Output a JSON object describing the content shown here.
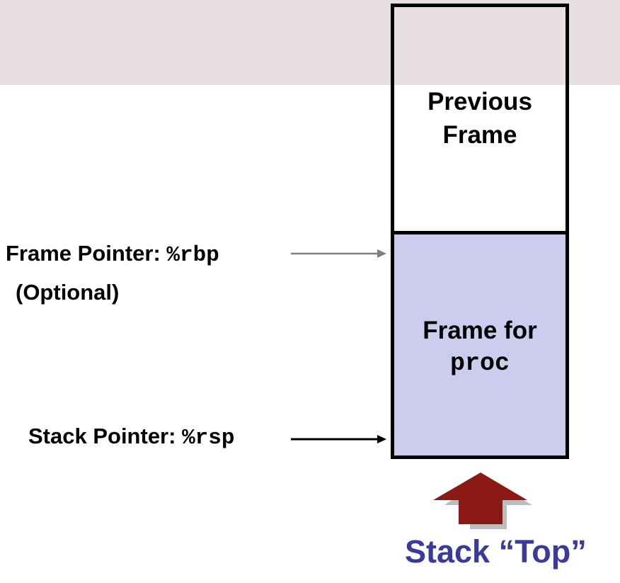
{
  "previous_frame": {
    "line1": "Previous",
    "line2": "Frame"
  },
  "proc_frame": {
    "line1": "Frame for",
    "line2": "proc"
  },
  "frame_pointer": {
    "label": "Frame Pointer: ",
    "register": "%rbp",
    "note": "(Optional)"
  },
  "stack_pointer": {
    "label": "Stack Pointer: ",
    "register": "%rsp"
  },
  "stack_top": {
    "label": "Stack “Top”"
  },
  "colors": {
    "header_band": "#e8dfe0",
    "proc_frame_fill": "#ccccee",
    "arrow_up": "#8b1a14",
    "arrow_shadow": "#bdbdbd",
    "stack_top_text": "#3a3a9a",
    "frame_pointer_arrow": "#808080",
    "stack_pointer_arrow": "#000000"
  }
}
